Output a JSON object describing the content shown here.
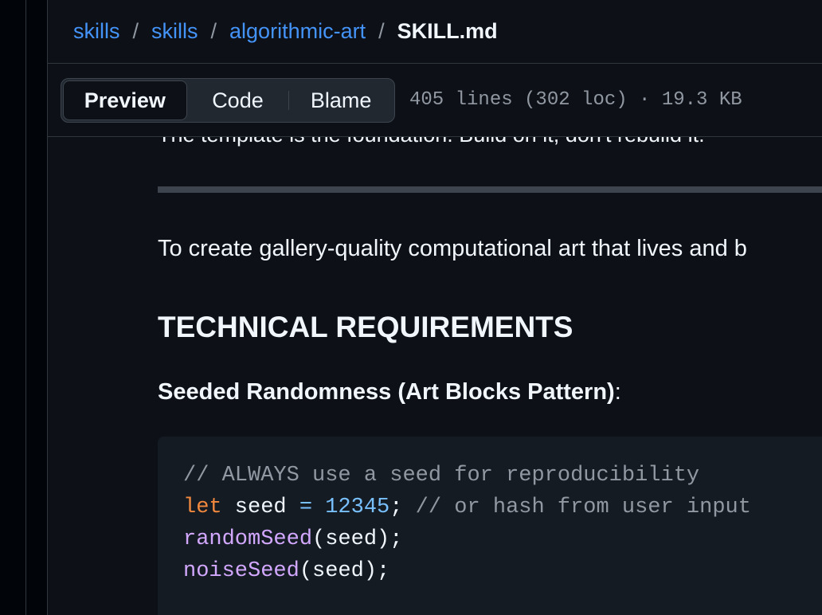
{
  "breadcrumb": {
    "items": [
      "skills",
      "skills",
      "algorithmic-art"
    ],
    "separator": "/",
    "current": "SKILL.md"
  },
  "toolbar": {
    "tabs": {
      "preview": "Preview",
      "code": "Code",
      "blame": "Blame"
    },
    "file_info": "405 lines (302 loc) · 19.3 KB"
  },
  "content": {
    "partial_top_line": "The template is the foundation. Build on it, don't rebuild it.",
    "paragraph": "To create gallery-quality computational art that lives and b",
    "heading": "TECHNICAL REQUIREMENTS",
    "subheading_bold": "Seeded Randomness (Art Blocks Pattern)",
    "subheading_suffix": ":",
    "code": {
      "line1_comment": "// ALWAYS use a seed for reproducibility",
      "line2_keyword": "let",
      "line2_var": " seed ",
      "line2_op": "=",
      "line2_space": " ",
      "line2_num": "12345",
      "line2_semi": "; ",
      "line2_comment": "// or hash from user input",
      "line3_func": "randomSeed",
      "line3_args": "(seed);",
      "line4_func": "noiseSeed",
      "line4_args": "(seed);"
    }
  },
  "colors": {
    "background": "#0d1117",
    "link": "#4493f8",
    "code_bg": "#151b23",
    "comment": "#9198a1",
    "keyword": "#f0883e",
    "number": "#79c0ff",
    "function": "#d2a8ff"
  }
}
